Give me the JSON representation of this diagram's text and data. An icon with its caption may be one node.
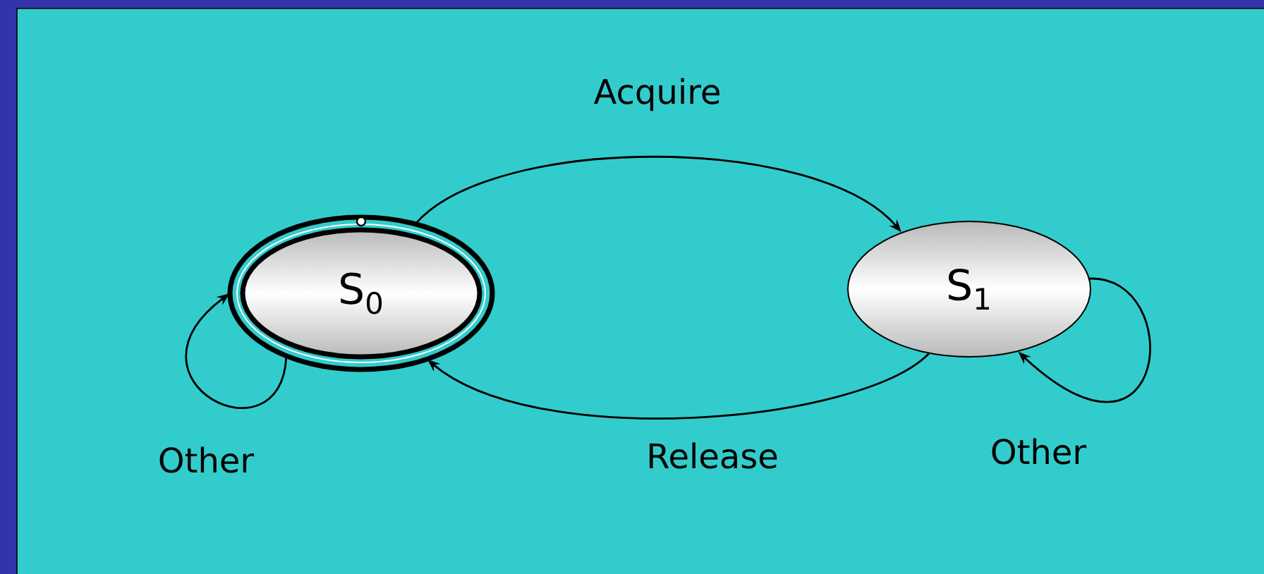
{
  "diagram": {
    "nodes": [
      {
        "text": [
          "S$_{0}$"
        ]
      },
      {
        "text": [
          "S$_{1}$"
        ]
      }
    ],
    "edges": [
      {
        "from": 0,
        "to": 1,
        "arrow": "to",
        "label": "Acquire"
      },
      {
        "from": 1,
        "to": 0,
        "arrow": "to",
        "label": "Release"
      },
      {
        "from": 0,
        "to": 0,
        "arrow": "to",
        "label": "Other"
      },
      {
        "from": 1,
        "to": 1,
        "arrow": "to",
        "label": "Other"
      }
    ]
  }
}
